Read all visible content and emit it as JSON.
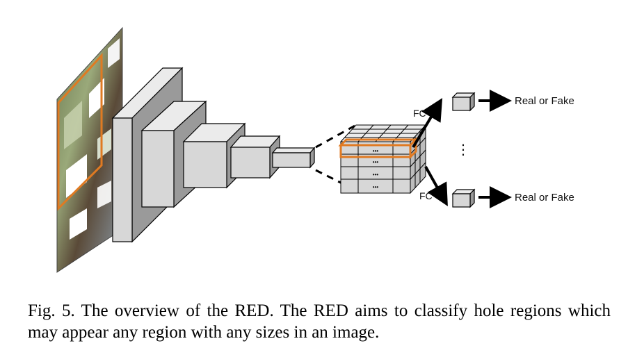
{
  "figure": {
    "labels": {
      "fc_top": "FC",
      "fc_bottom": "FC",
      "output_top": "Real or Fake",
      "output_bottom": "Real or Fake",
      "vertical_ellipsis": "⋮",
      "cell_ellipsis": "•••"
    },
    "colors": {
      "highlight": "#e07a22",
      "block_front": "#d7d7d7",
      "block_top": "#ebebeb",
      "block_side": "#9a9a9a",
      "outline": "#000000"
    }
  },
  "caption": {
    "text": "Fig. 5.   The overview of the RED. The RED aims to classify hole regions which may appear any region with any sizes in an image."
  }
}
